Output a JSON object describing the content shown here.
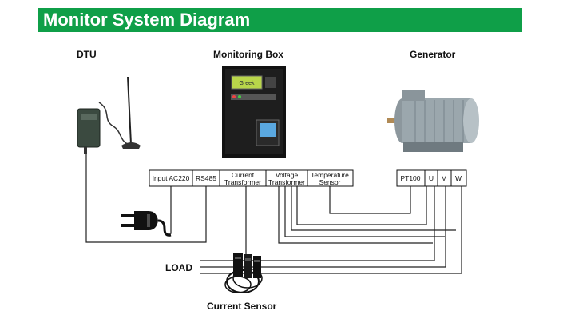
{
  "title": "Monitor System Diagram",
  "colors": {
    "title_bg": "#0f9f48",
    "title_text": "#ffffff",
    "wire": "#222222"
  },
  "labels": {
    "dtu": "DTU",
    "monitoring_box": "Monitoring Box",
    "generator": "Generator",
    "load": "LOAD",
    "current_sensor": "Current Sensor"
  },
  "terminals": {
    "input_ac220": "Input AC220",
    "rs485": "RS485",
    "current_transformer": [
      "Current",
      "Transformer"
    ],
    "voltage_transformer": [
      "Voltage",
      "Transformer"
    ],
    "temperature_sensor": [
      "Temperature",
      "Sensor"
    ],
    "pt100": "PT100",
    "u": "U",
    "v": "V",
    "w": "W"
  },
  "device_screen_text": "Greek"
}
